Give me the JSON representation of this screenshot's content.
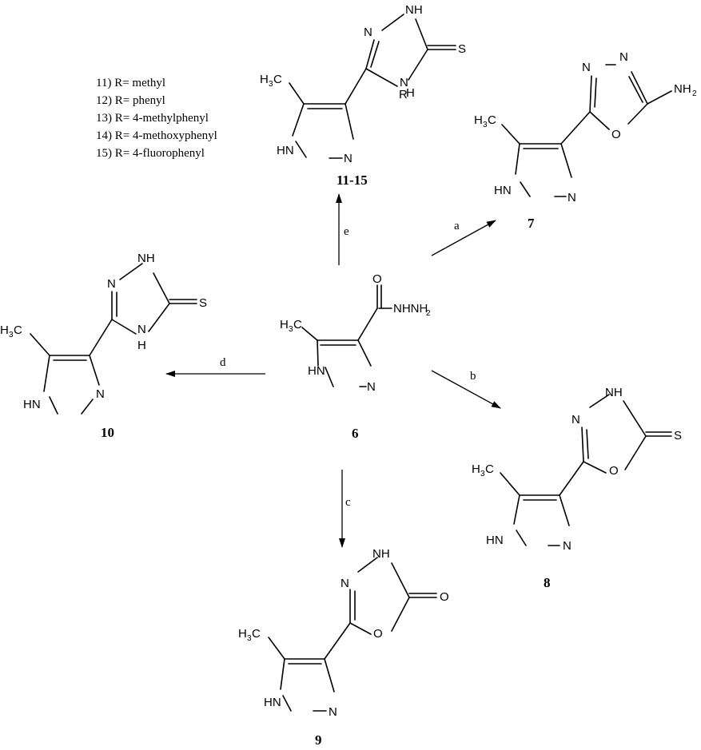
{
  "atoms": {
    "H": "H",
    "HN": "HN",
    "N": "N",
    "NH": "NH",
    "O": "O",
    "S": "S",
    "R": "R",
    "C": "C",
    "NHNH": "NHNH",
    "NH2_N": "NH",
    "sub2": "2",
    "sub3": "3"
  },
  "compounds": {
    "c6": "6",
    "c7": "7",
    "c8": "8",
    "c9": "9",
    "c10": "10",
    "c11_15": "11-15"
  },
  "conditions": {
    "a": "a",
    "b": "b",
    "c": "c",
    "d": "d",
    "e": "e"
  },
  "r_list": [
    "11) R= methyl",
    "12) R= phenyl",
    "13) R= 4-methylphenyl",
    "14) R= 4-methoxyphenyl",
    "15) R= 4-fluorophenyl"
  ]
}
